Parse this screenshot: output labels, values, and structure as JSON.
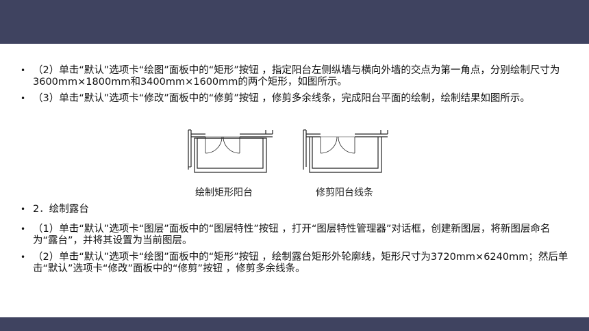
{
  "bullet_symbol": "•",
  "paragraphs": {
    "p1": "（2）单击“默认”选项卡“绘图”面板中的“矩形”按钮 ，指定阳台左侧纵墙与横向外墙的交点为第一角点，分别绘制尺寸为3600mm×1800mm和3400mm×1600mm的两个矩形，如图所示。",
    "p2": "（3）单击“默认”选项卡“修改”面板中的“修剪”按钮 ，修剪多余线条，完成阳台平面的绘制，绘制结果如图所示。",
    "p3": "2．绘制露台",
    "p4": "（1）单击“默认”选项卡“图层”面板中的“图层特性”按钮 ，打开“图层特性管理器”对话框，创建新图层，将新图层命名为“露台”，并将其设置为当前图层。",
    "p5": "（2）单击“默认”选项卡“绘图”面板中的“矩形”按钮 ，绘制露台矩形外轮廓线，矩形尺寸为3720mm×6240mm；然后单击“默认”选项卡“修改”面板中的“修剪”按钮 ，修剪多余线条。"
  },
  "figures": {
    "left_caption": "绘制矩形阳台",
    "right_caption": "修剪阳台线条"
  },
  "colors": {
    "band": "#3f4360"
  }
}
